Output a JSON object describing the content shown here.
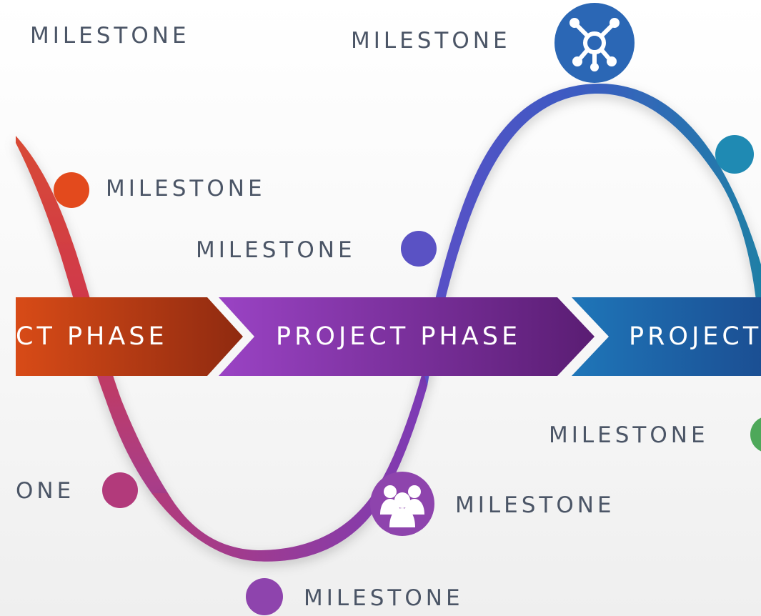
{
  "milestones": {
    "m1": "MILESTONE",
    "m2": "MILESTONE",
    "m3": "MILESTONE",
    "m4": "MILESTONE",
    "m5": "ONE",
    "m6": "MILESTONE",
    "m7": "MILESTONE",
    "m8": "MILESTONE"
  },
  "phases": {
    "left": "CT PHASE",
    "middle": "PROJECT PHASE",
    "right": "PROJECT"
  },
  "colors": {
    "orange": "#e34a1d",
    "red": "#d6462a",
    "purple": "#8e44ad",
    "violet": "#5a52c4",
    "blue": "#2b67b5",
    "teal": "#1f8ab3",
    "magenta": "#b23a7b",
    "green": "#4ea85a",
    "text": "#4b5566"
  },
  "icons": {
    "top": "network-hub-icon",
    "bottom": "team-people-icon"
  }
}
